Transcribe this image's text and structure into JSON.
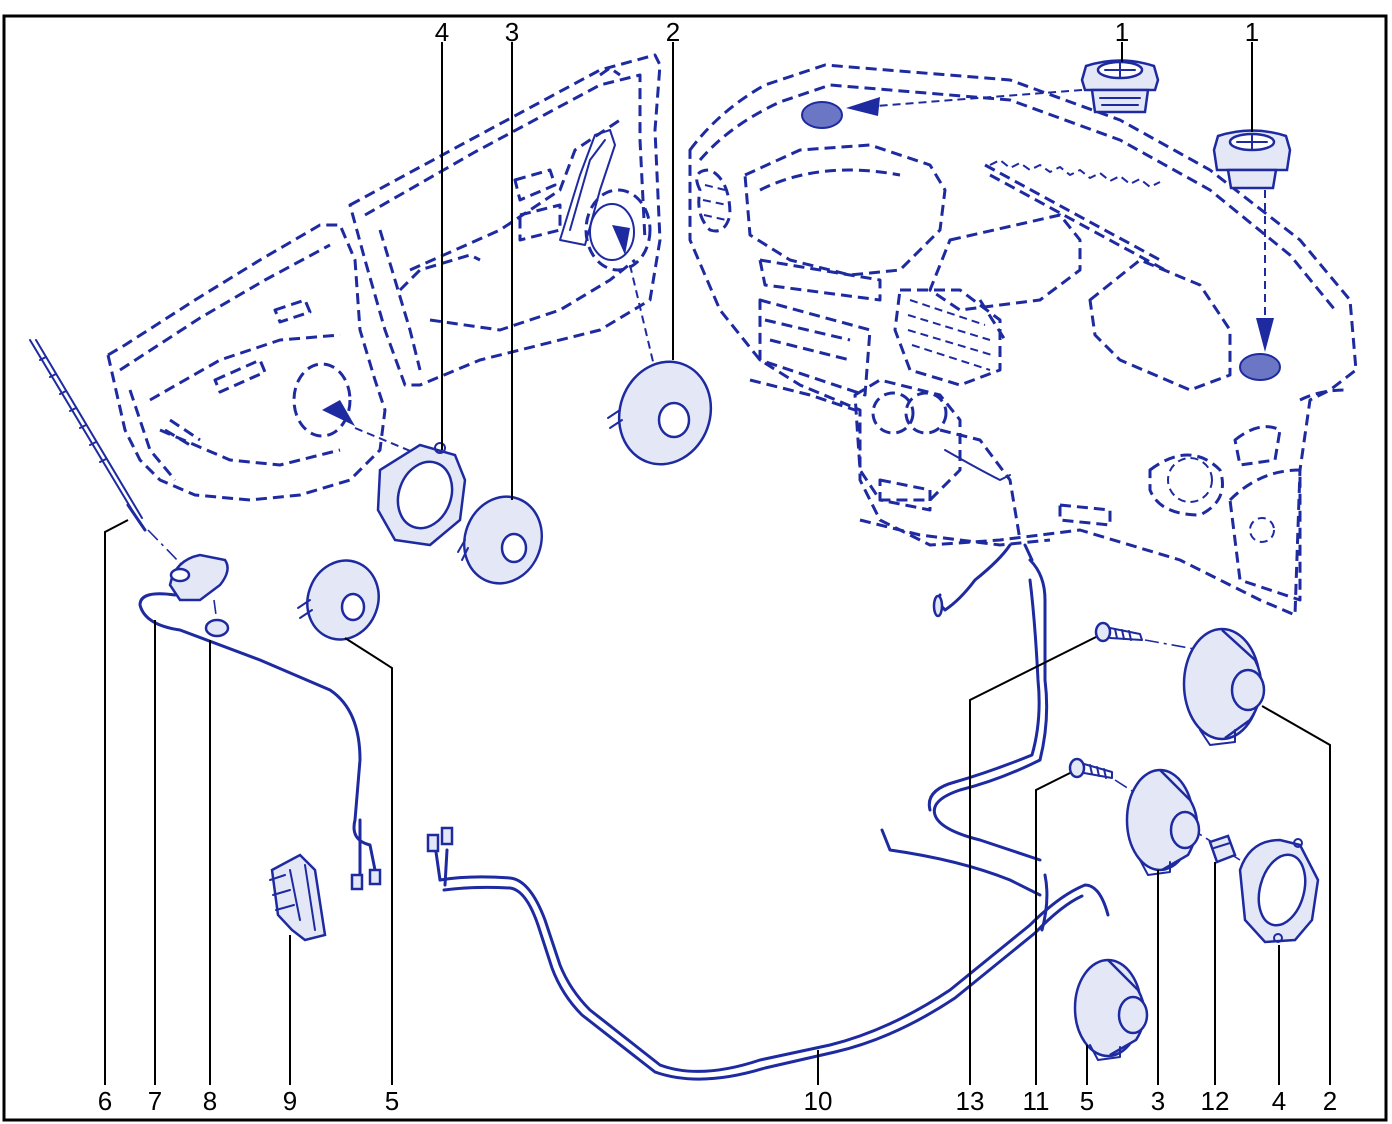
{
  "callouts": {
    "top": [
      "4",
      "3",
      "2",
      "1",
      "1"
    ],
    "bottom": [
      "6",
      "7",
      "8",
      "9",
      "5",
      "10",
      "13",
      "11",
      "5",
      "3",
      "12",
      "4",
      "2"
    ]
  },
  "colors": {
    "line": "#1e2aa0",
    "frame": "#000000",
    "part_fill": "#e4e8f6"
  }
}
